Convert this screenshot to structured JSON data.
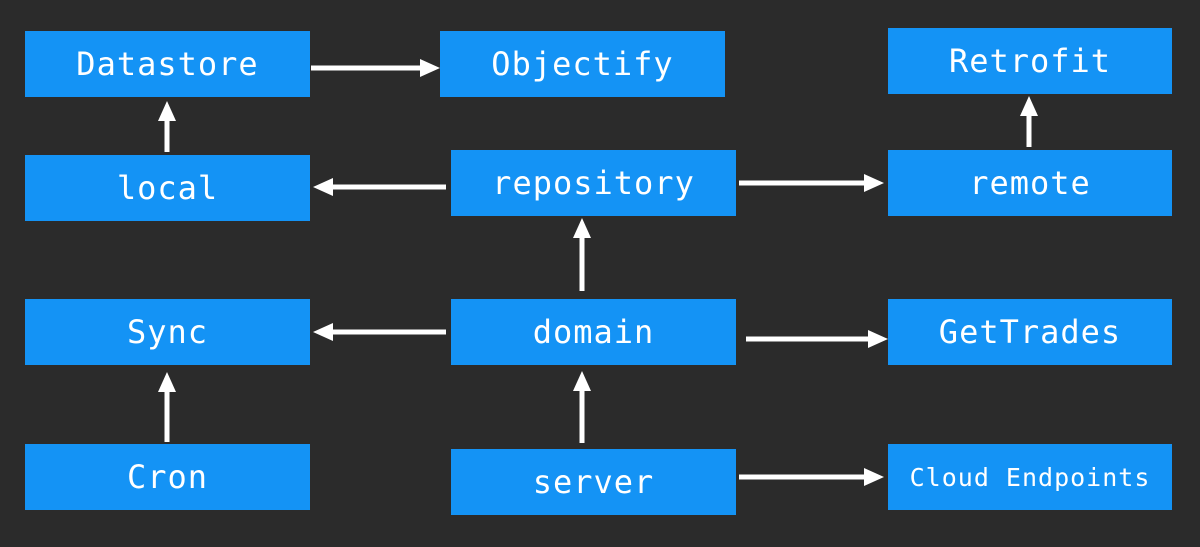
{
  "nodes": {
    "datastore": "Datastore",
    "objectify": "Objectify",
    "retrofit": "Retrofit",
    "local": "local",
    "repository": "repository",
    "remote": "remote",
    "sync": "Sync",
    "domain": "domain",
    "gettrades": "GetTrades",
    "cron": "Cron",
    "server": "server",
    "cloud_endpoints": "Cloud Endpoints"
  },
  "edges": [
    {
      "from": "datastore",
      "to": "objectify"
    },
    {
      "from": "local",
      "to": "datastore"
    },
    {
      "from": "repository",
      "to": "local"
    },
    {
      "from": "repository",
      "to": "remote"
    },
    {
      "from": "remote",
      "to": "retrofit"
    },
    {
      "from": "domain",
      "to": "repository"
    },
    {
      "from": "domain",
      "to": "sync"
    },
    {
      "from": "domain",
      "to": "gettrades"
    },
    {
      "from": "cron",
      "to": "sync"
    },
    {
      "from": "server",
      "to": "domain"
    },
    {
      "from": "server",
      "to": "cloud_endpoints"
    }
  ],
  "colors": {
    "background": "#2b2b2b",
    "node_fill": "#1493f5",
    "text": "#ffffff",
    "arrow": "#ffffff"
  }
}
